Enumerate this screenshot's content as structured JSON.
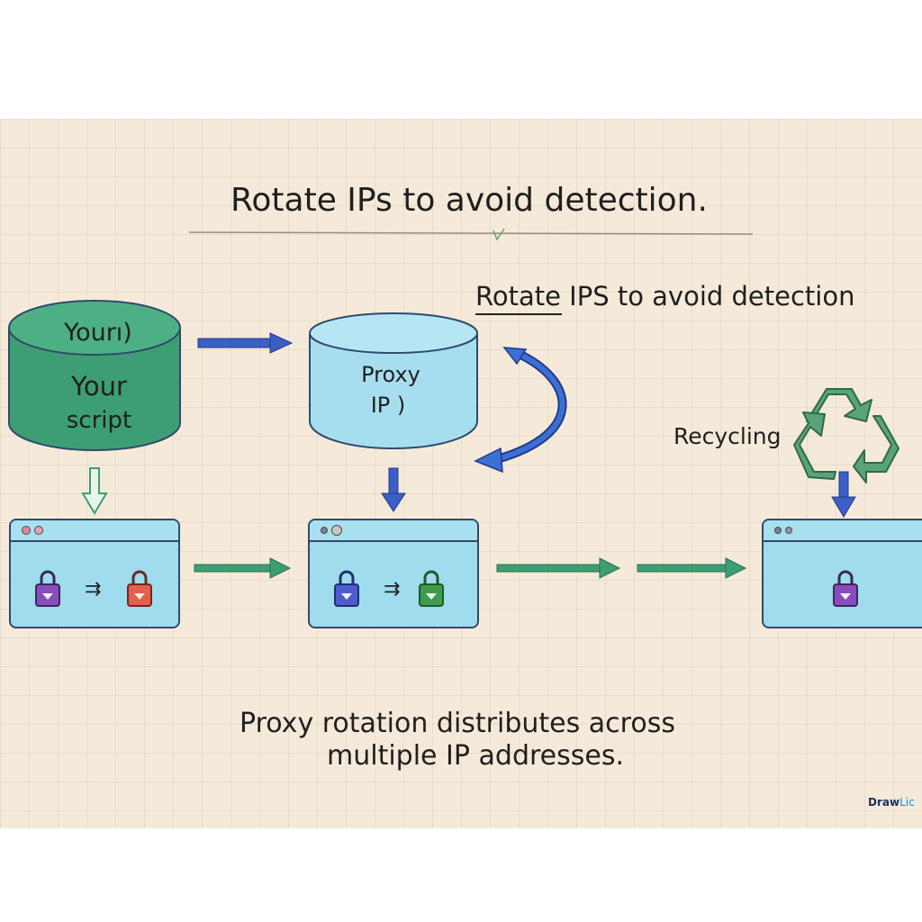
{
  "title": "Rotate IPs to avoid detection.",
  "subtitle": "Rotate IPS to avoid detection",
  "script_node": {
    "label_top": "Yourı)",
    "label_main": "Your",
    "label_sub": "script"
  },
  "proxy_node": {
    "label_top": "Proxy",
    "label_sub": "IP )"
  },
  "recycling_label": "Recycling",
  "caption": {
    "line1": "Proxy rotation distributes across",
    "line2": "multiple IP addresses."
  },
  "watermark": {
    "part1": "Draw",
    "part2": "Lic"
  },
  "swap_symbol": "⇉",
  "colors": {
    "background": "#f5ead9",
    "script_cylinder": "#3e9e73",
    "proxy_cylinder": "#a6def0",
    "window_fill": "#9fdcee",
    "outline": "#2f4a6b",
    "blue_arrow": "#3b5fc6",
    "green_arrow": "#3e9e73",
    "lock_purple": "#8a4bbd",
    "lock_red": "#e0604a",
    "lock_blue": "#4e5bd0",
    "lock_green": "#3f9a4e",
    "recycle_green": "#5aa37a"
  },
  "icons": [
    "script-database-icon",
    "proxy-database-icon",
    "rotation-arrow-icon",
    "recycle-icon",
    "padlock-icon"
  ]
}
